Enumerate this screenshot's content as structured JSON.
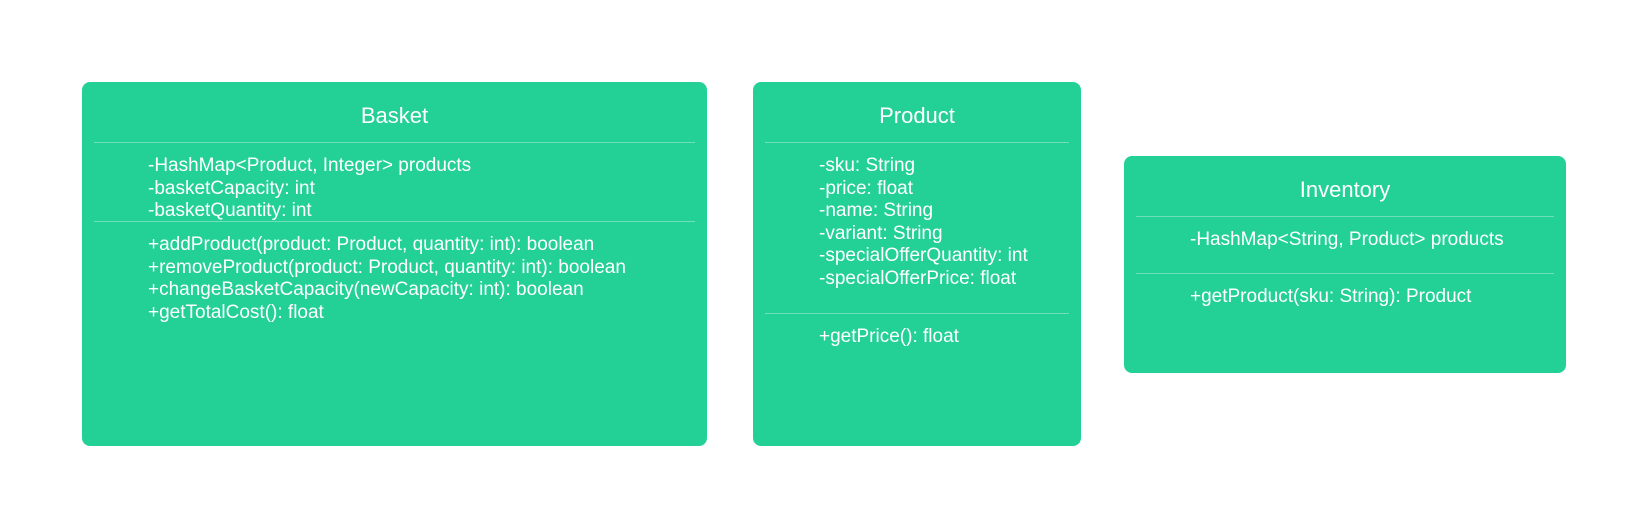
{
  "colors": {
    "box": "#23d096",
    "text": "#ffffff",
    "background": "#ffffff"
  },
  "classes": [
    {
      "name": "Basket",
      "attributes": [
        "-HashMap<Product, Integer> products",
        "-basketCapacity: int",
        "-basketQuantity: int"
      ],
      "methods": [
        "+addProduct(product: Product, quantity: int): boolean",
        "+removeProduct(product: Product, quantity: int): boolean",
        "+changeBasketCapacity(newCapacity: int): boolean",
        "+getTotalCost(): float"
      ]
    },
    {
      "name": "Product",
      "attributes": [
        "-sku: String",
        "-price: float",
        "-name: String",
        "-variant: String",
        "-specialOfferQuantity: int",
        "-specialOfferPrice: float"
      ],
      "methods": [
        "+getPrice(): float"
      ]
    },
    {
      "name": "Inventory",
      "attributes": [
        "-HashMap<String, Product> products"
      ],
      "methods": [
        "+getProduct(sku: String): Product"
      ]
    }
  ]
}
